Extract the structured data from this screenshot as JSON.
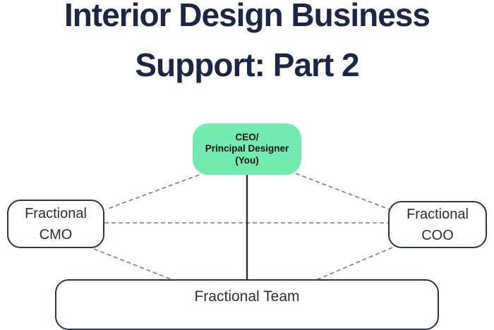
{
  "title": {
    "line1": "Interior Design Business",
    "line2": "Support: Part 2"
  },
  "nodes": {
    "ceo": {
      "lines": [
        "CEO/",
        "Principal Designer",
        "(You)"
      ]
    },
    "cmo": {
      "lines": [
        "Fractional",
        "CMO"
      ]
    },
    "coo": {
      "lines": [
        "Fractional",
        "COO"
      ]
    },
    "team": {
      "label": "Fractional Team"
    }
  },
  "edges": [
    {
      "from": "ceo",
      "to": "cmo",
      "style": "dashed"
    },
    {
      "from": "ceo",
      "to": "coo",
      "style": "dashed"
    },
    {
      "from": "ceo",
      "to": "team",
      "style": "solid"
    },
    {
      "from": "cmo",
      "to": "coo",
      "style": "dashed"
    },
    {
      "from": "cmo",
      "to": "team",
      "style": "dashed"
    },
    {
      "from": "coo",
      "to": "team",
      "style": "dashed"
    }
  ],
  "colors": {
    "background": "#ffffff",
    "title": "#1b2745",
    "ceo_fill": "#72eab0",
    "node_border": "#2a3352",
    "node_text": "#2e2e2e",
    "dashed_line": "#7d7d7d",
    "solid_line": "#2c2c34"
  }
}
